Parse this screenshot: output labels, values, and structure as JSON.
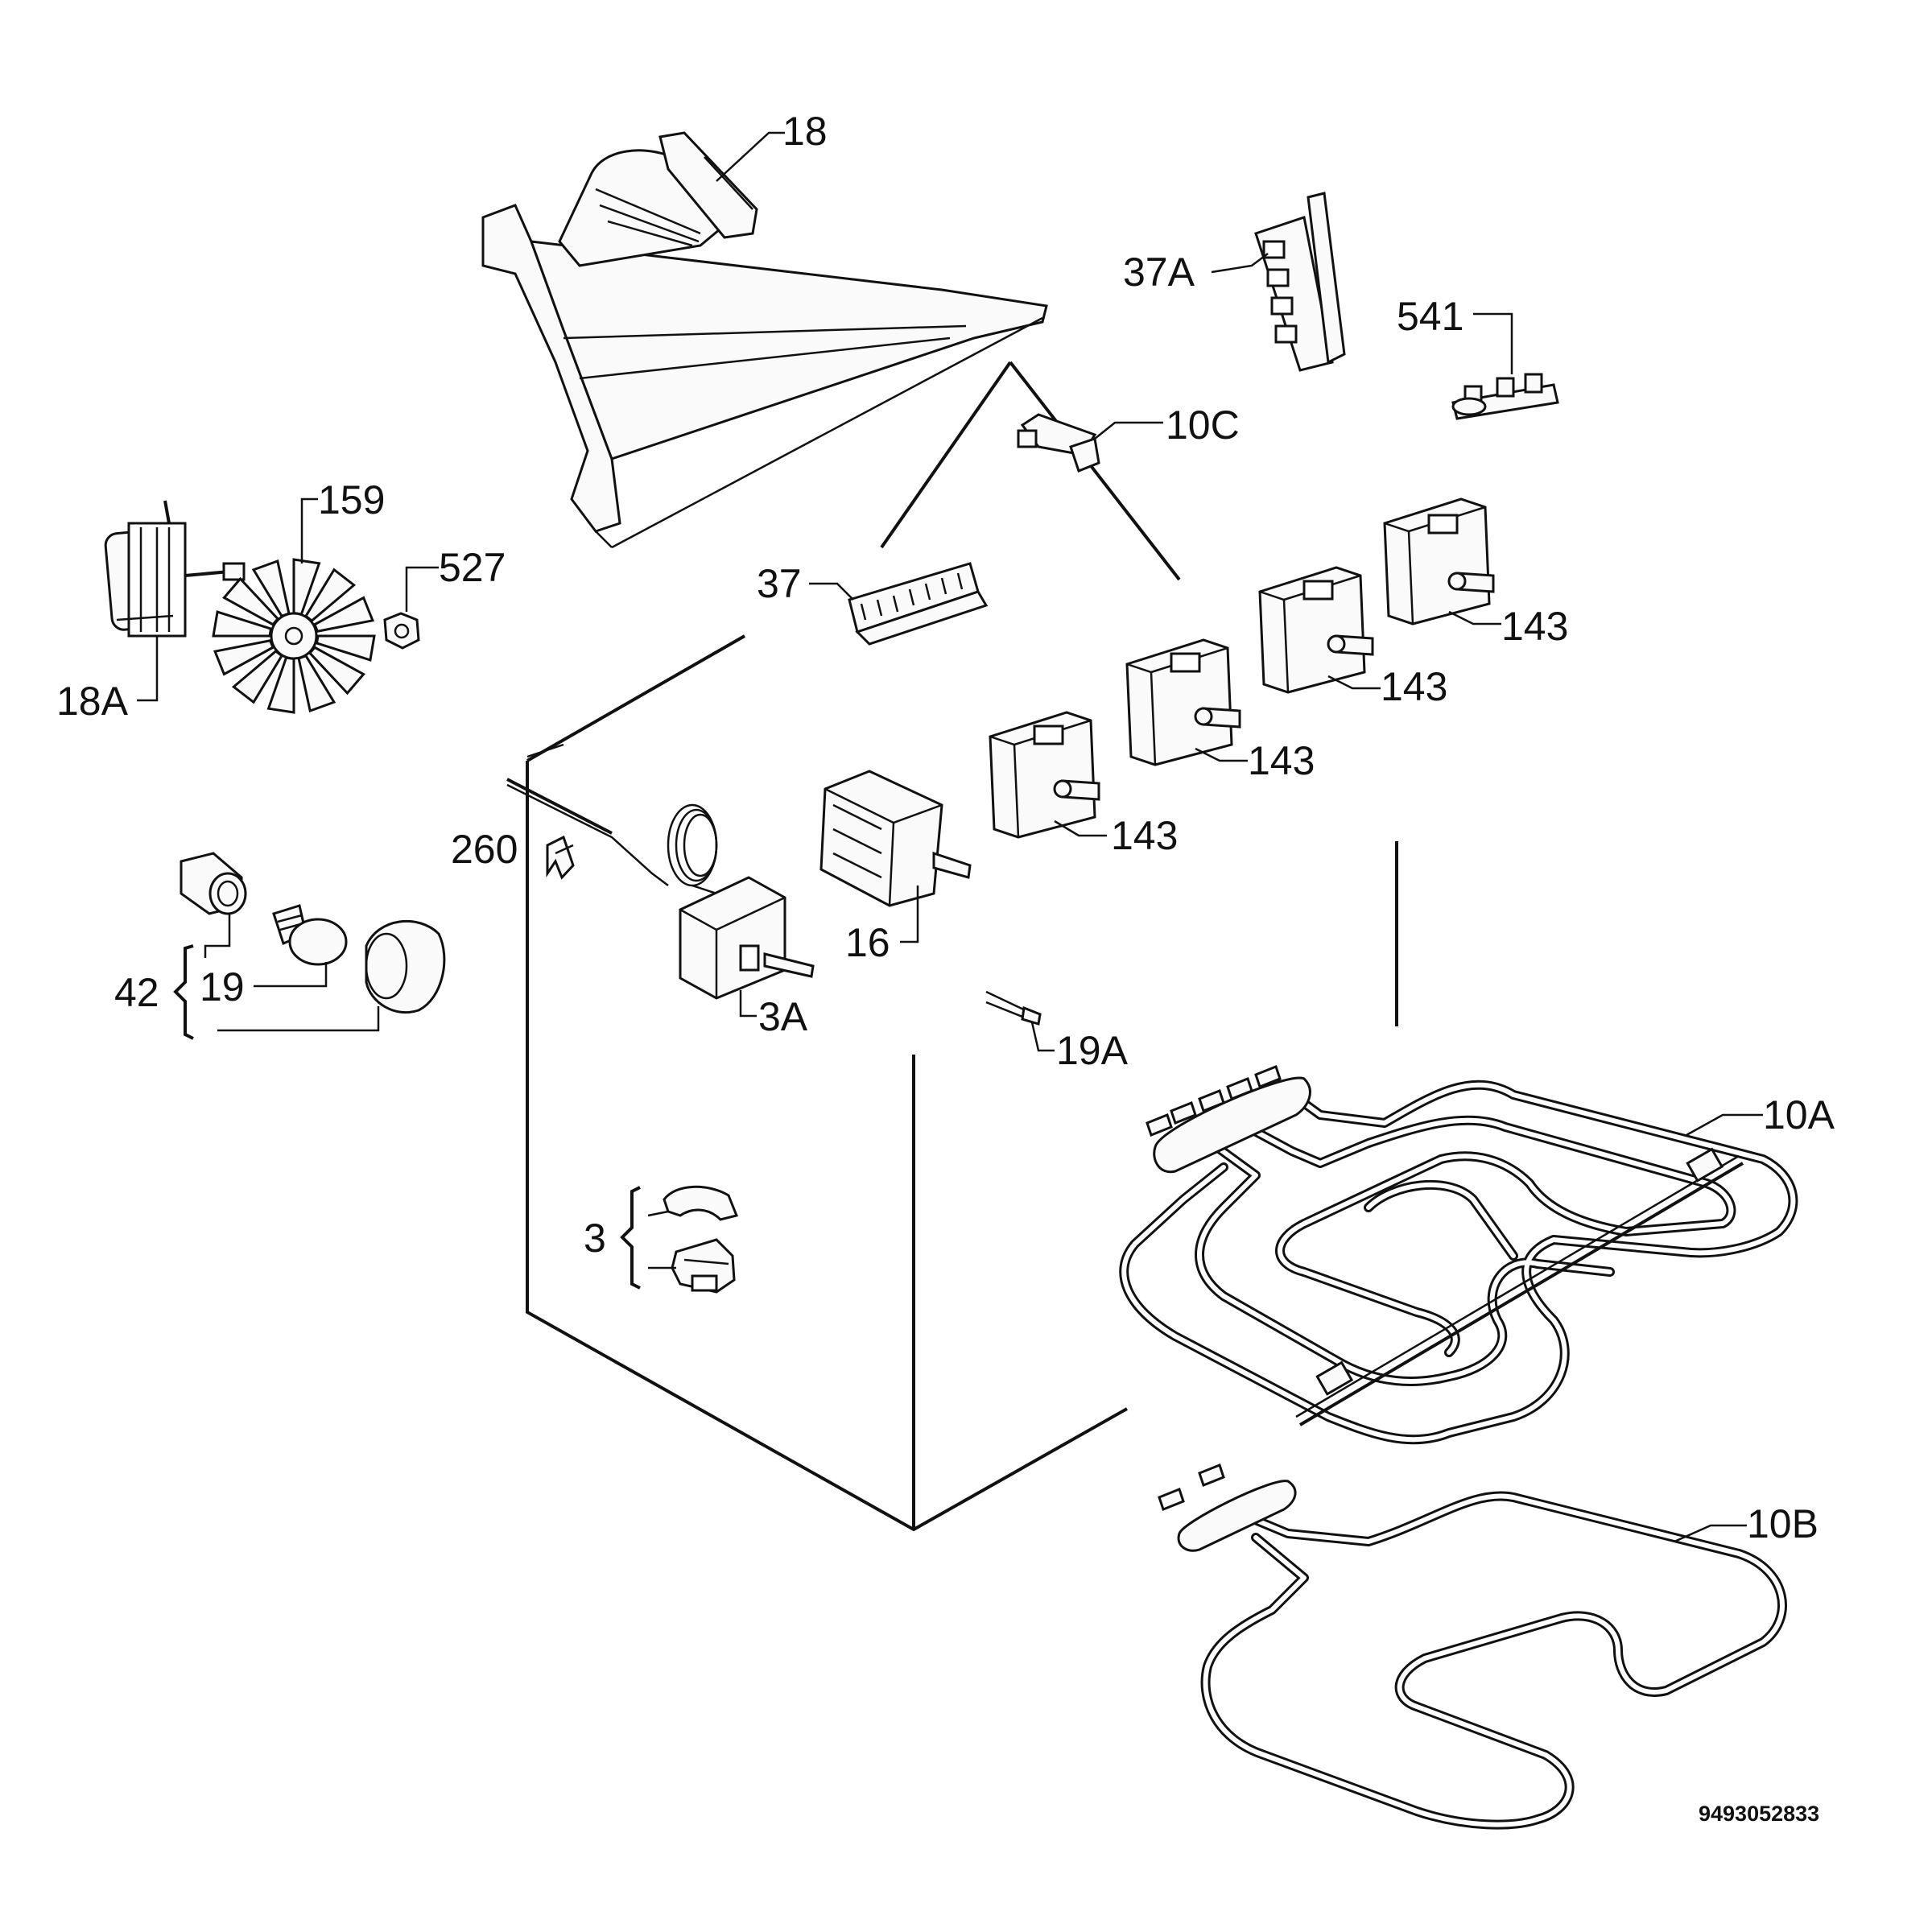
{
  "document_number": "9493052833",
  "callouts": {
    "fan_housing": "18",
    "fan_motor": "18A",
    "fan_blade": "159",
    "nut": "527",
    "terminal_block_vertical": "37A",
    "connector_541": "541",
    "clip_10c": "10C",
    "terminal_block": "37",
    "energy_regulator_1": "143",
    "energy_regulator_2": "143",
    "energy_regulator_3": "143",
    "energy_regulator_4": "143",
    "sensor_clip": "260",
    "selector_switch": "16",
    "thermostat": "3A",
    "lamp_group": "42",
    "lamp_bulb": "19",
    "terminal_19a": "19A",
    "clip_group": "3",
    "top_heater": "10A",
    "bottom_heater": "10B"
  }
}
